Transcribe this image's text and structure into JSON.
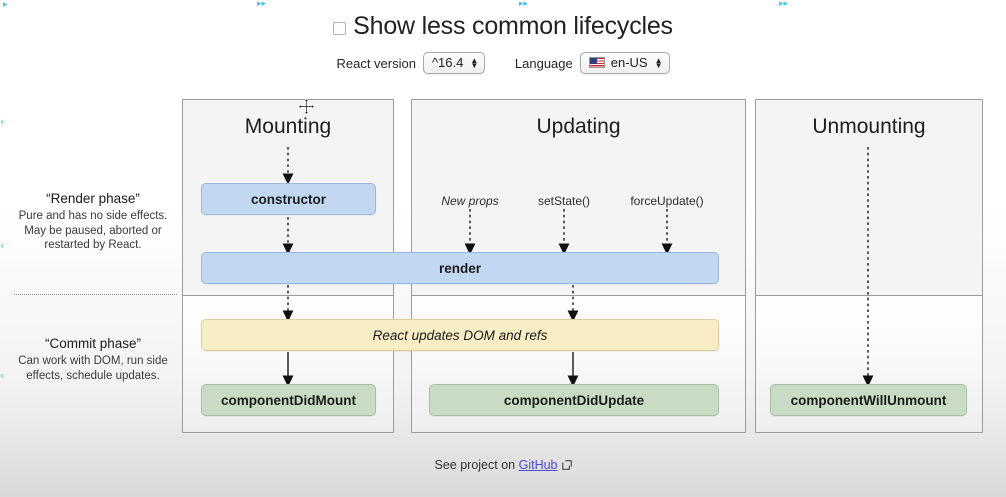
{
  "header": {
    "checkbox_label": "Show less common lifecycles",
    "checkbox_checked": false,
    "react_version_label": "React version",
    "react_version_value": "^16.4",
    "language_label": "Language",
    "language_value": "en-US",
    "language_flag": "us-flag-icon"
  },
  "phases": [
    {
      "title": "“Render phase”",
      "body": "Pure and has no side effects. May be paused, aborted or restarted by React."
    },
    {
      "title": "“Commit phase”",
      "body": "Can work with DOM, run side effects, schedule updates."
    }
  ],
  "columns": {
    "mounting": {
      "title": "Mounting",
      "boxes": [
        {
          "label": "constructor",
          "color": "blue"
        },
        {
          "label": "componentDidMount",
          "color": "green"
        }
      ]
    },
    "updating": {
      "title": "Updating",
      "triggers": [
        {
          "label": "New props",
          "italic": true
        },
        {
          "label": "setState()",
          "italic": false
        },
        {
          "label": "forceUpdate()",
          "italic": false
        }
      ],
      "boxes": [
        {
          "label": "componentDidUpdate",
          "color": "green"
        }
      ]
    },
    "unmounting": {
      "title": "Unmounting",
      "boxes": [
        {
          "label": "componentWillUnmount",
          "color": "green"
        }
      ]
    }
  },
  "shared_boxes": {
    "render": {
      "label": "render",
      "color": "blue"
    },
    "commit": {
      "label": "React updates DOM and refs",
      "color": "yellow"
    }
  },
  "footer": {
    "prefix": "See project on ",
    "link_label": "GitHub",
    "external_icon": "external-link-icon"
  },
  "colors": {
    "blue_fill": "#c2d8f2",
    "blue_border": "#9ab8dd",
    "green_fill": "#c8dbc3",
    "green_border": "#a8c0a2",
    "yellow_fill": "#f8edc5",
    "yellow_border": "#ddcd9a",
    "column_border": "#9c9c9c",
    "render_phase_bg": "#f4f4f4",
    "link": "#4b4bd4",
    "edge_marker": "#4cc3f0"
  },
  "edge_markers": {
    "top": [
      "▸▸",
      "▸▸",
      "▸▸",
      "▸"
    ],
    "left": [
      "‹",
      "‹",
      "‹"
    ]
  }
}
